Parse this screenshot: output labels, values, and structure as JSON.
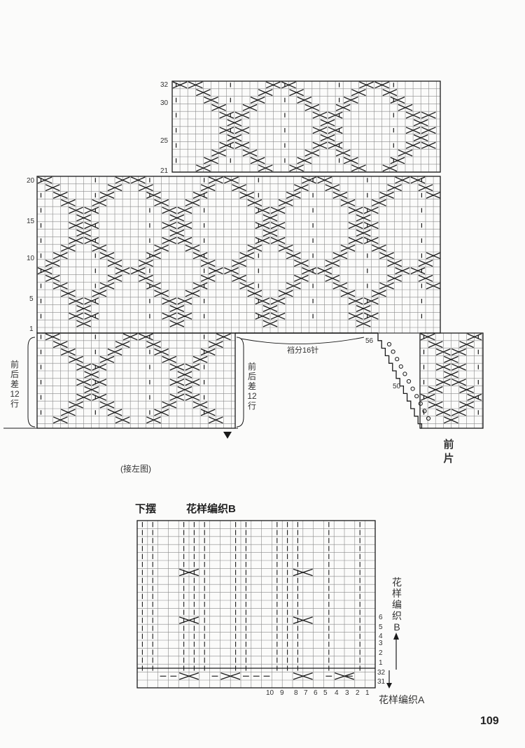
{
  "upper_chart": {
    "row_labels": [
      "32",
      "30",
      "25",
      "21",
      "20",
      "15",
      "10",
      "5",
      "1"
    ],
    "bottom_label": "56",
    "mid_label": "50",
    "crotch_note": "裆分16针",
    "left_note": "前后差12行",
    "right_note": "前后差12行",
    "continue_note": "(接左图)",
    "piece_label": "前片"
  },
  "lower_chart": {
    "title_left": "下摆",
    "title_right": "花样编织B",
    "row_labels": [
      "6",
      "5",
      "4",
      "3",
      "2",
      "1",
      "32",
      "31"
    ],
    "col_labels": [
      "10",
      "9",
      "8",
      "7",
      "6",
      "5",
      "4",
      "3",
      "2",
      "1"
    ],
    "side_label": "花样编织B",
    "bottom_label": "花样编织A"
  },
  "page_number": "109"
}
